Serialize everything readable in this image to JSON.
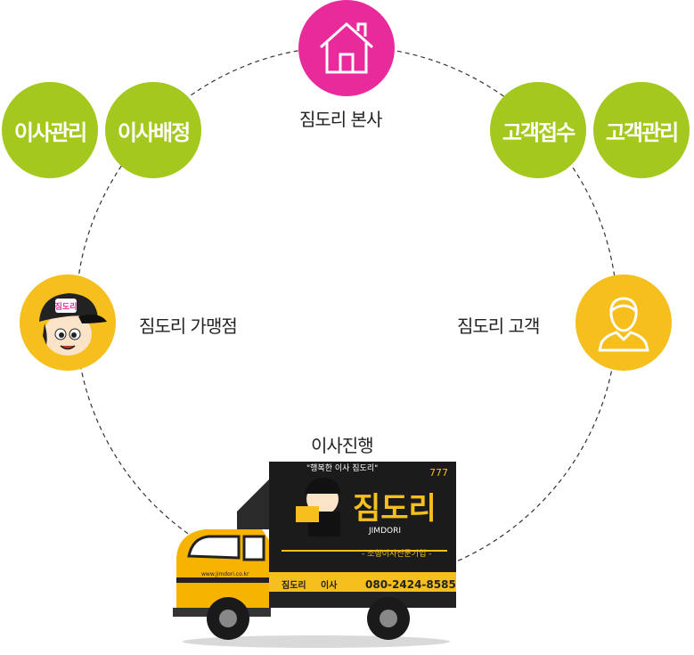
{
  "hq": {
    "label": "짐도리 본사",
    "icon": "house-icon"
  },
  "left_badges": [
    "이사관리",
    "이사배정"
  ],
  "right_badges": [
    "고객접수",
    "고객관리"
  ],
  "franchise": {
    "label": "짐도리 가맹점",
    "icon": "mascot-icon"
  },
  "customer": {
    "label": "짐도리 고객",
    "icon": "person-icon"
  },
  "moving": {
    "label": "이사진행"
  },
  "truck": {
    "slogan": "\"행복한 이사 짐도리\"",
    "number": "777",
    "brand": "짐도리",
    "brand_en": "JIMDORI",
    "tagline": "- 소형이사전문기업 -",
    "url": "www.jimdori.co.kr",
    "bottom_brand": "짐도리",
    "bottom_move": "이사",
    "phone": "080-2424-8585",
    "mascot_cap": "짐도리"
  },
  "colors": {
    "green": "#a4c81d",
    "pink": "#e92a9b",
    "yellow": "#f6bf1d"
  }
}
